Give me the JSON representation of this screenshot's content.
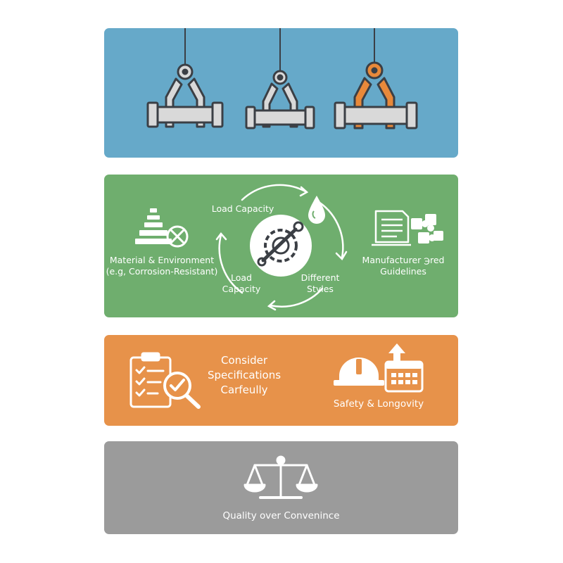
{
  "colors": {
    "panel_blue": "#66a9c9",
    "panel_green": "#6fae6e",
    "panel_orange": "#e7924a",
    "panel_gray": "#9b9b9b",
    "clamp_gray": "#d9d9d9",
    "clamp_orange": "#e8893a",
    "outline": "#3b3f45",
    "white": "#ffffff"
  },
  "panel1": {
    "icons": [
      "overhead-clamp-icon",
      "overhead-clamp-icon",
      "overhead-clamp-icon-highlighted"
    ]
  },
  "panel2": {
    "label_load_capacity_top": "Load Capacity",
    "label_material": "Material & Environment\n(e.g, Corrosion-Resistant)",
    "label_load_capacity_bottom": "Load\nCapacity",
    "label_different_styles": "Different\nStyles",
    "label_manufacturer": "Manufacturer ℈red\nGuidelines",
    "icons": [
      "stacked-weights-icon",
      "prohibited-icon",
      "gear-wrench-icon",
      "cycle-arrows-icon",
      "water-drop-icon",
      "document-icon",
      "puzzle-icon"
    ]
  },
  "panel3": {
    "label_consider": "Consider\nSpecifications\nCarfeully",
    "label_safety": "Safety & Longovity",
    "icons": [
      "checklist-clipboard-icon",
      "magnifier-check-icon",
      "hard-hat-icon",
      "calendar-icon",
      "up-arrow-icon"
    ]
  },
  "panel4": {
    "label_quality": "Quality over Convenince",
    "icons": [
      "balance-scale-icon"
    ]
  }
}
